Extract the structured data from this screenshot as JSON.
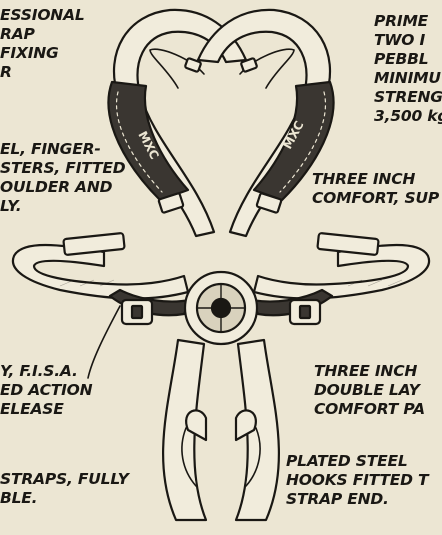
{
  "captions": {
    "top_left": [
      "ESSIONAL",
      "RAP",
      "FIXING",
      "R"
    ],
    "mid_left": [
      "EL, FINGER-",
      "STERS, FITTED",
      "OULDER AND",
      "LY."
    ],
    "lower_left": [
      "Y, F.I.S.A.",
      "ED ACTION",
      "ELEASE"
    ],
    "bottom_left": [
      "STRAPS, FULLY",
      "BLE."
    ],
    "top_right": [
      "PRIME",
      "TWO I",
      "PEBBL",
      "MINIMU",
      "STRENG",
      "3,500 kg"
    ],
    "mid_right": [
      "THREE INCH",
      "COMFORT, SUP"
    ],
    "lower_right": [
      "THREE INCH",
      "DOUBLE LAY",
      "COMFORT PA"
    ],
    "bottom_right": [
      "PLATED STEEL",
      "HOOKS FITTED T",
      "STRAP END."
    ]
  },
  "strap_logo_text": "MXC",
  "illustration": "racing-harness-drawing",
  "colors": {
    "paper": "#ece6d3",
    "ink": "#1a1814",
    "pad": "#3a3631"
  }
}
